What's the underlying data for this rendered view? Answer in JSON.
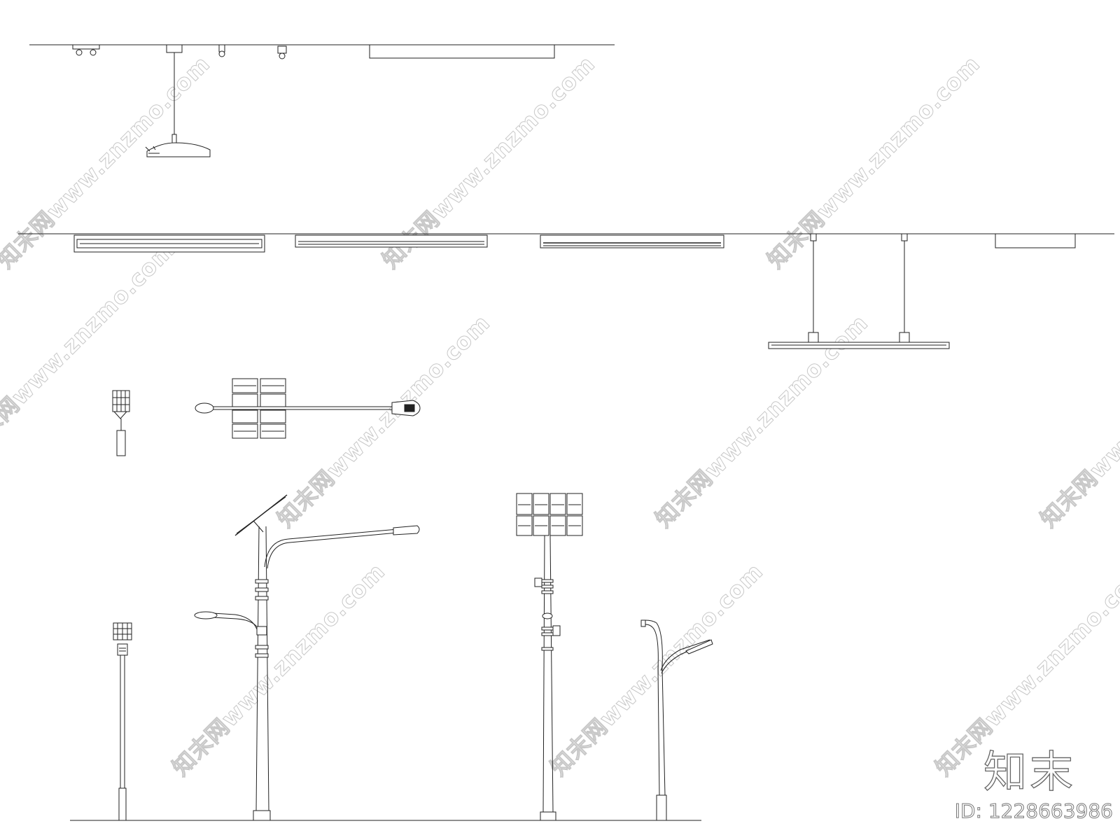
{
  "watermark": {
    "text": "知末网www.znzmo.com"
  },
  "brand": {
    "logo_text": "知末",
    "id_label": "ID: 1228663986"
  },
  "colors": {
    "line": "#222222",
    "watermark": "#c8c8c8",
    "background": "#ffffff"
  }
}
